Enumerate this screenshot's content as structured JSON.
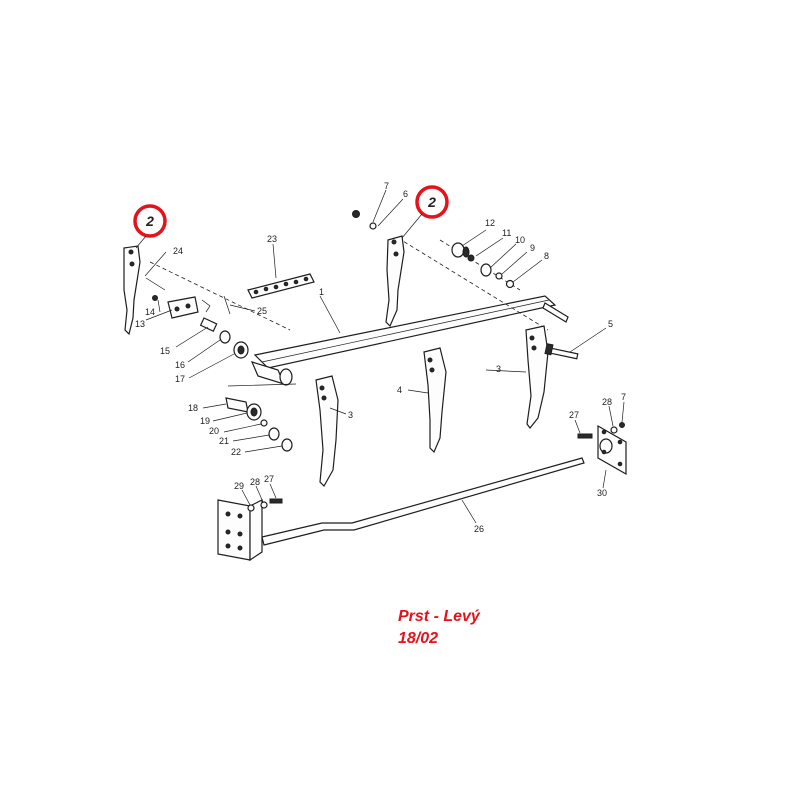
{
  "caption": {
    "title": "Prst - Levý",
    "code": "18/02"
  },
  "highlight": {
    "number": "2",
    "ring_color": "#e3121b"
  },
  "callouts": {
    "c1": "1",
    "c2": "2",
    "c3a": "3",
    "c3b": "3",
    "c4": "4",
    "c5": "5",
    "c6": "6",
    "c7a": "7",
    "c7b": "7",
    "c8": "8",
    "c9": "9",
    "c10": "10",
    "c11": "11",
    "c12": "12",
    "c13": "13",
    "c14": "14",
    "c15": "15",
    "c16": "16",
    "c17": "17",
    "c18": "18",
    "c19": "19",
    "c20": "20",
    "c21": "21",
    "c22": "22",
    "c23": "23",
    "c24": "24",
    "c25": "25",
    "c26": "26",
    "c27a": "27",
    "c27b": "27",
    "c28a": "28",
    "c28b": "28",
    "c29": "29",
    "c30": "30"
  },
  "colors": {
    "accent": "#e3121b",
    "ink": "#1e1e1e"
  }
}
